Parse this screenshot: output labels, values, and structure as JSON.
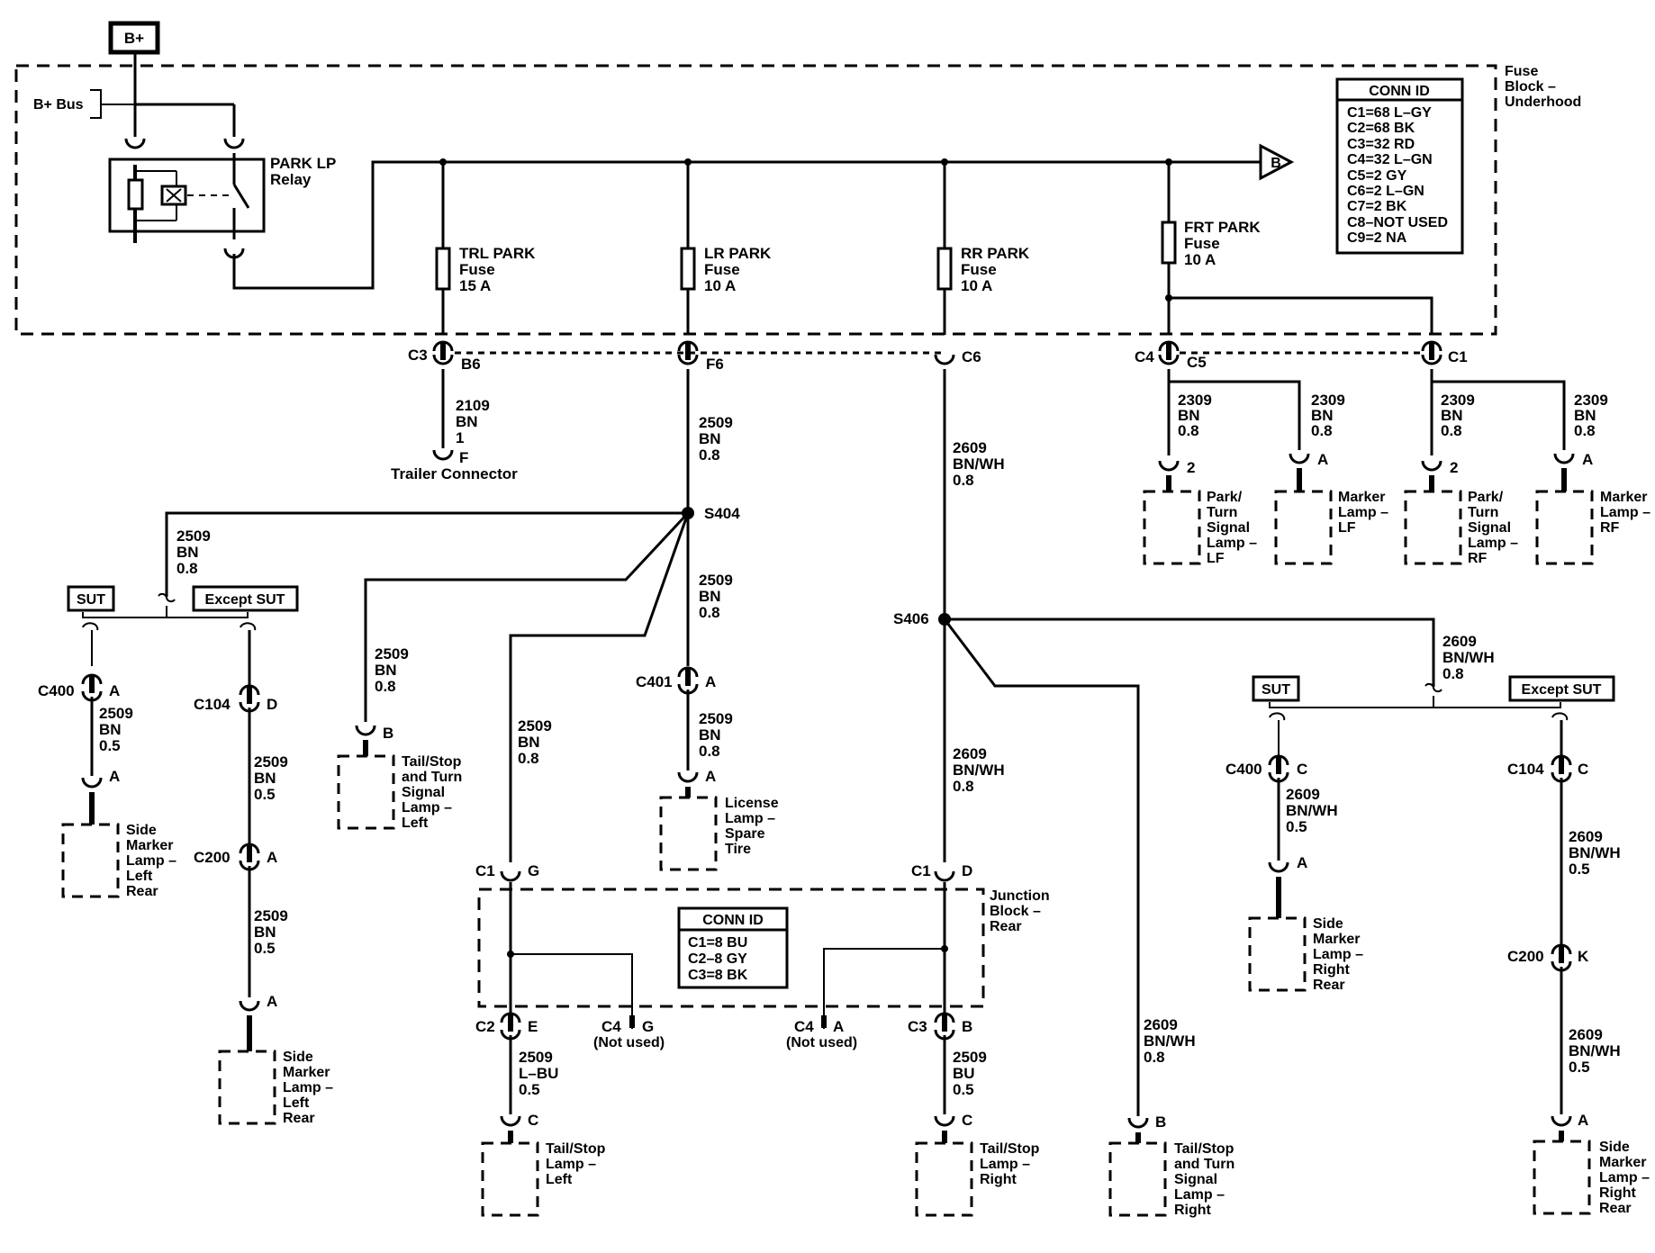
{
  "source": {
    "label": "B+",
    "bus": "B+ Bus"
  },
  "fuse_block": {
    "title_lines": [
      "Fuse",
      "Block –",
      "Underhood"
    ],
    "relay_lines": [
      "PARK LP",
      "Relay"
    ],
    "offpage_ref": "B",
    "conn_id": {
      "title": "CONN ID",
      "entries": [
        "C1=68 L–GY",
        "C2=68 BK",
        "C3=32 RD",
        "C4=32 L–GN",
        "C5=2 GY",
        "C6=2 L–GN",
        "C7=2 BK",
        "C8–NOT USED",
        "C9=2 NA"
      ]
    },
    "fuses": [
      {
        "lines": [
          "TRL PARK",
          "Fuse",
          "15 A"
        ]
      },
      {
        "lines": [
          "LR PARK",
          "Fuse",
          "10 A"
        ]
      },
      {
        "lines": [
          "RR PARK",
          "Fuse",
          "10 A"
        ]
      },
      {
        "lines": [
          "FRT PARK",
          "Fuse",
          "10 A"
        ]
      }
    ]
  },
  "junction_block": {
    "title_lines": [
      "Junction",
      "Block –",
      "Rear"
    ],
    "conn_id": {
      "title": "CONN ID",
      "entries": [
        "C1=8 BU",
        "C2–8 GY",
        "C3=8 BK"
      ]
    },
    "unused": [
      {
        "conn": "C4",
        "pin": "G",
        "note": "(Not used)"
      },
      {
        "conn": "C4",
        "pin": "A",
        "note": "(Not used)"
      }
    ]
  },
  "options": {
    "sut": "SUT",
    "except_sut": "Except SUT"
  },
  "splices": {
    "s404": "S404",
    "s406": "S406"
  },
  "connectors": {
    "c3": "C3",
    "b6": "B6",
    "f6": "F6",
    "c6": "C6",
    "c4": "C4",
    "c5": "C5",
    "c1": "C1",
    "c401": "C401",
    "a": "A",
    "c400": "C400",
    "c104": "C104",
    "d": "D",
    "c200": "C200",
    "c1g": "C1",
    "g": "G",
    "c1d": "C1",
    "d2": "D",
    "c2": "C2",
    "e": "E",
    "c3b": "C3",
    "b": "B",
    "c400r": "C400",
    "c": "C",
    "c104r": "C104",
    "c2r": "C",
    "c200r": "C200",
    "k": "K",
    "f": "F",
    "two": "2"
  },
  "wires": {
    "w_2109": [
      "2109",
      "BN",
      "1"
    ],
    "w_2509_main": [
      "2509",
      "BN",
      "0.8"
    ],
    "w_2609_main": [
      "2609",
      "BN/WH",
      "0.8"
    ],
    "w_2309_a": [
      "2309",
      "BN",
      "0.8"
    ],
    "w_2309_b": [
      "2309",
      "BN",
      "0.8"
    ],
    "w_2309_c": [
      "2309",
      "BN",
      "0.8"
    ],
    "w_2309_d": [
      "2309",
      "BN",
      "0.8"
    ],
    "w_2509_left": [
      "2509",
      "BN",
      "0.8"
    ],
    "w_2509_tail": [
      "2509",
      "BN",
      "0.8"
    ],
    "w_2509_s404": [
      "2509",
      "BN",
      "0.8"
    ],
    "w_2509_lic": [
      "2509",
      "BN",
      "0.8"
    ],
    "w_2509_c1g": [
      "2509",
      "BN",
      "0.8"
    ],
    "w_2509_sut": [
      "2509",
      "BN",
      "0.5"
    ],
    "w_2509_c104": [
      "2509",
      "BN",
      "0.5"
    ],
    "w_2509_c200": [
      "2509",
      "BN",
      "0.5"
    ],
    "w_2509_lbu": [
      "2509",
      "L–BU",
      "0.5"
    ],
    "w_2509_bu": [
      "2509",
      "BU",
      "0.5"
    ],
    "w_2609_c1d": [
      "2609",
      "BN/WH",
      "0.8"
    ],
    "w_2609_tsr": [
      "2609",
      "BN/WH",
      "0.8"
    ],
    "w_2609_right": [
      "2609",
      "BN/WH",
      "0.8"
    ],
    "w_2609_sut": [
      "2609",
      "BN/WH",
      "0.5"
    ],
    "w_2609_c104": [
      "2609",
      "BN/WH",
      "0.5"
    ],
    "w_2609_c200": [
      "2609",
      "BN/WH",
      "0.5"
    ]
  },
  "loads": {
    "trailer": "Trailer Connector",
    "park_turn_lf": [
      "Park/",
      "Turn",
      "Signal",
      "Lamp –",
      "LF"
    ],
    "marker_lf": [
      "Marker",
      "Lamp –",
      "LF"
    ],
    "park_turn_rf": [
      "Park/",
      "Turn",
      "Signal",
      "Lamp –",
      "RF"
    ],
    "marker_rf": [
      "Marker",
      "Lamp –",
      "RF"
    ],
    "side_marker_lr_sut": [
      "Side",
      "Marker",
      "Lamp –",
      "Left",
      "Rear"
    ],
    "side_marker_lr": [
      "Side",
      "Marker",
      "Lamp –",
      "Left",
      "Rear"
    ],
    "tail_turn_left": [
      "Tail/Stop",
      "and Turn",
      "Signal",
      "Lamp –",
      "Left"
    ],
    "license": [
      "License",
      "Lamp –",
      "Spare",
      "Tire"
    ],
    "tail_left": [
      "Tail/Stop",
      "Lamp –",
      "Left"
    ],
    "tail_right": [
      "Tail/Stop",
      "Lamp –",
      "Right"
    ],
    "tail_turn_right": [
      "Tail/Stop",
      "and Turn",
      "Signal",
      "Lamp –",
      "Right"
    ],
    "side_marker_rr_sut": [
      "Side",
      "Marker",
      "Lamp –",
      "Right",
      "Rear"
    ],
    "side_marker_rr": [
      "Side",
      "Marker",
      "Lamp –",
      "Right",
      "Rear"
    ]
  }
}
